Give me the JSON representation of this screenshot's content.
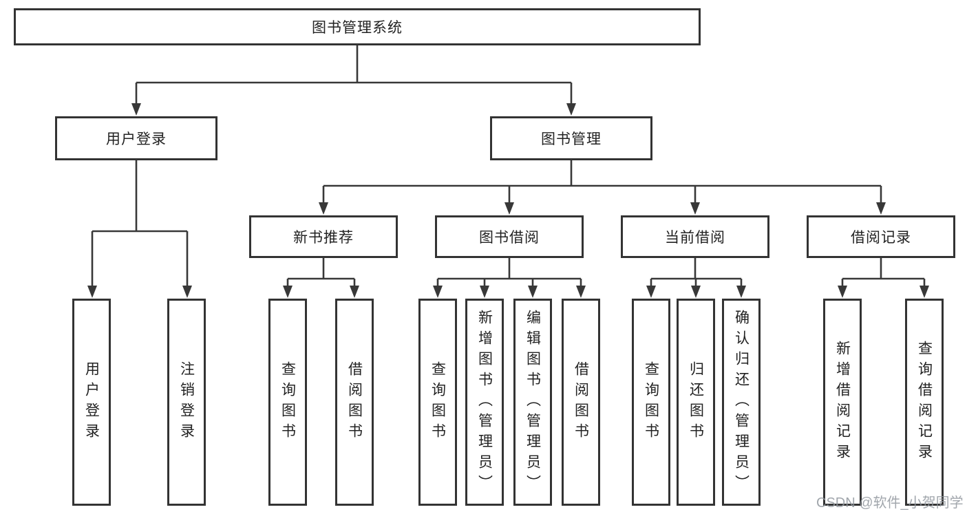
{
  "tree": {
    "root": "图书管理系统",
    "branches": [
      {
        "label": "用户登录",
        "leaves": [
          "用户登录",
          "注销登录"
        ]
      },
      {
        "label": "图书管理",
        "groups": [
          {
            "label": "新书推荐",
            "leaves": [
              "查询图书",
              "借阅图书"
            ]
          },
          {
            "label": "图书借阅",
            "leaves": [
              "查询图书",
              "新增图书（管理员）",
              "编辑图书（管理员）",
              "借阅图书"
            ]
          },
          {
            "label": "当前借阅",
            "leaves": [
              "查询图书",
              "归还图书",
              "确认归还（管理员）"
            ]
          },
          {
            "label": "借阅记录",
            "leaves": [
              "新增借阅记录",
              "查询借阅记录"
            ]
          }
        ]
      }
    ]
  },
  "watermark": "CSDN @软件_小贺同学",
  "colors": {
    "line": "#383838",
    "border": "#333333",
    "fill": "#ffffff",
    "text": "#222222",
    "watermark": "#91969e"
  }
}
